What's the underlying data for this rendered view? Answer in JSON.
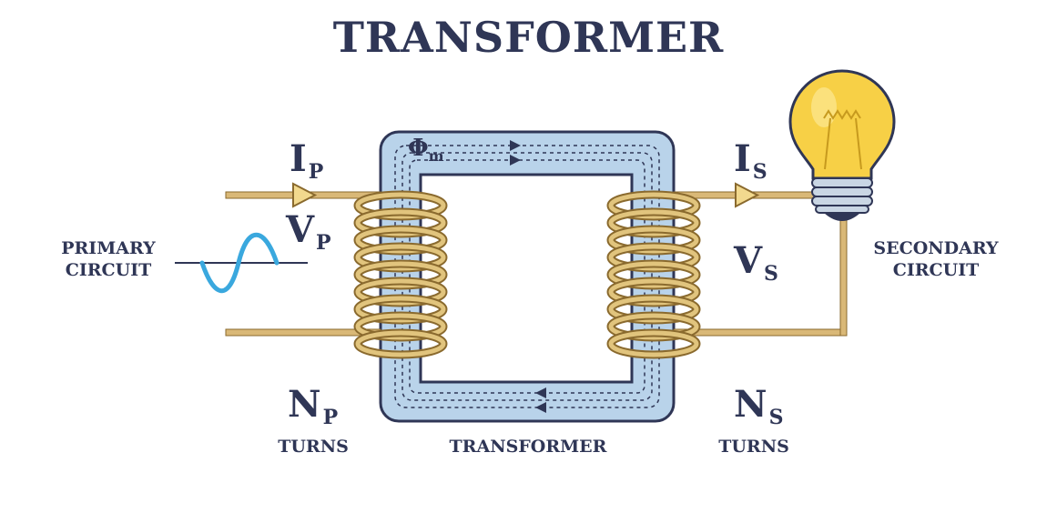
{
  "title": "TRANSFORMER",
  "labels": {
    "primary_circuit": [
      "PRIMARY",
      "CIRCUIT"
    ],
    "secondary_circuit": [
      "SECONDARY",
      "CIRCUIT"
    ],
    "primary_turns": "TURNS",
    "secondary_turns": "TURNS",
    "core_label": "TRANSFORMER"
  },
  "symbols": {
    "ip": {
      "main": "I",
      "sub": "P"
    },
    "vp": {
      "main": "V",
      "sub": "P"
    },
    "np": {
      "main": "N",
      "sub": "P"
    },
    "is": {
      "main": "I",
      "sub": "S"
    },
    "vs": {
      "main": "V",
      "sub": "S"
    },
    "ns": {
      "main": "N",
      "sub": "S"
    },
    "flux": {
      "main": "Φ",
      "sub": "m"
    }
  },
  "colors": {
    "text": "#2f3656",
    "core_fill": "#b9d3ea",
    "core_stroke": "#2f3656",
    "coil": "#c9a25a",
    "coil_light": "#e9cf8a",
    "wire": "#d9b877",
    "sine": "#3aa8de",
    "bulb": "#f7d046",
    "bulb_light": "#fbe58a"
  },
  "icons": [
    "sine-wave-icon",
    "light-bulb-icon",
    "current-arrow-icon"
  ]
}
